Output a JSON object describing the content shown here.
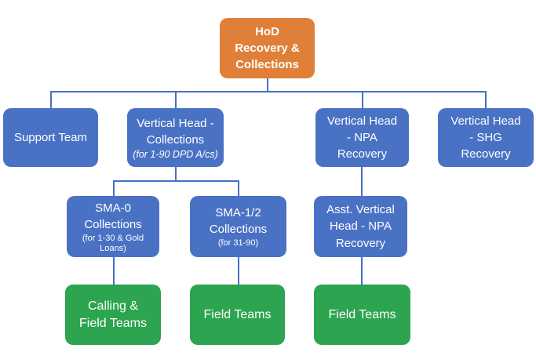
{
  "diagram_type": "org-chart",
  "colors": {
    "root-fill": "#E08038",
    "branch-fill": "#4A72C4",
    "leaf-fill": "#2DA450",
    "connector": "#4472C4",
    "text": "#FFFFFF",
    "background": "#FFFFFF"
  },
  "nodes": {
    "hod": {
      "label": "HoD\nRecovery &\nCollections"
    },
    "support": {
      "label": "Support Team"
    },
    "vh_collections": {
      "label": "Vertical Head -\nCollections",
      "sub": "(for 1-90 DPD A/cs)"
    },
    "vh_npa": {
      "label": "Vertical Head\n- NPA\nRecovery"
    },
    "vh_shg": {
      "label": "Vertical Head\n- SHG\nRecovery"
    },
    "sma0": {
      "label": "SMA-0\nCollections",
      "sub": "(for 1-30 & Gold\nLoans)"
    },
    "sma12": {
      "label": "SMA-1/2\nCollections",
      "sub": "(for 31-90)"
    },
    "asst_vh_npa": {
      "label": "Asst. Vertical\nHead - NPA\nRecovery"
    },
    "calling_field": {
      "label": "Calling &\nField Teams"
    },
    "field_teams_sma": {
      "label": "Field Teams"
    },
    "field_teams_npa": {
      "label": "Field Teams"
    }
  },
  "edges": [
    [
      "hod",
      "support"
    ],
    [
      "hod",
      "vh_collections"
    ],
    [
      "hod",
      "vh_npa"
    ],
    [
      "hod",
      "vh_shg"
    ],
    [
      "vh_collections",
      "sma0"
    ],
    [
      "vh_collections",
      "sma12"
    ],
    [
      "vh_npa",
      "asst_vh_npa"
    ],
    [
      "sma0",
      "calling_field"
    ],
    [
      "sma12",
      "field_teams_sma"
    ],
    [
      "asst_vh_npa",
      "field_teams_npa"
    ]
  ]
}
